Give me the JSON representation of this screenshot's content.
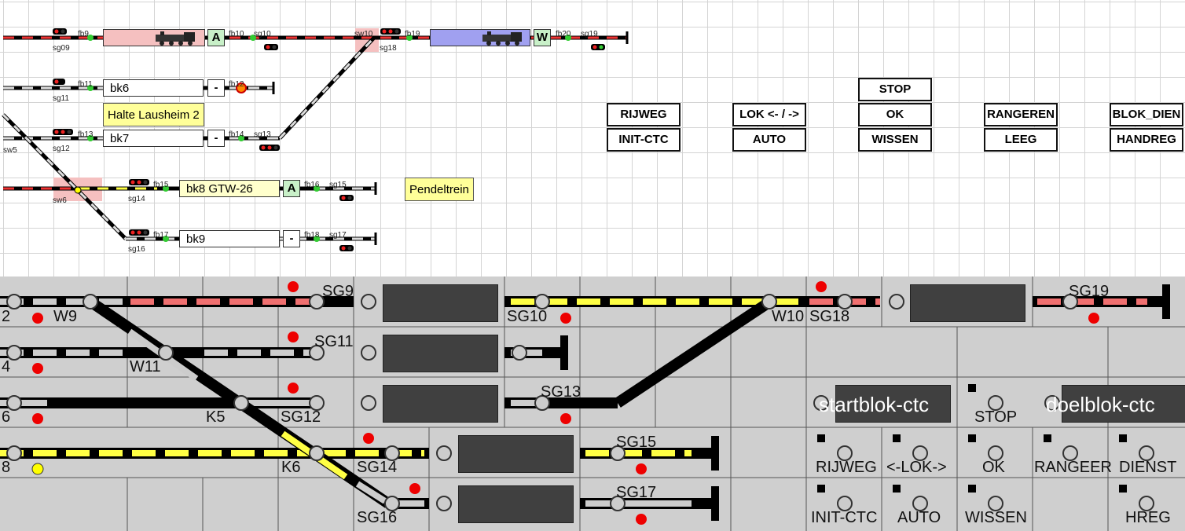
{
  "top": {
    "blocks": [
      {
        "id": "bk6",
        "text": "bk6",
        "indicator": "-"
      },
      {
        "id": "bk7",
        "text": "bk7",
        "indicator": "-"
      },
      {
        "id": "bk8",
        "text": "bk8 GTW-26",
        "indicator": "A"
      },
      {
        "id": "bk9",
        "text": "bk9",
        "indicator": "-"
      }
    ],
    "row1_indicators": [
      "A",
      "W"
    ],
    "labels": {
      "halte": "Halte Lausheim 2",
      "pendel": "Pendeltrein"
    },
    "small": {
      "fb9": "fb9",
      "sg09": "sg09",
      "fb10": "fb10",
      "sg10": "sg10",
      "sw10": "sw10",
      "fb19": "fb19",
      "sg18": "sg18",
      "fb20": "fb20",
      "sg19": "sg19",
      "fb11": "fb11",
      "sg11": "sg11",
      "fb12": "fb12",
      "fb13": "fb13",
      "sg12": "sg12",
      "fb14": "fb14",
      "sg13": "sg13",
      "sw5": "sw5",
      "fb15": "fb15",
      "sg14": "sg14",
      "fb16": "fb16",
      "sg15": "sg15",
      "sw6": "sw6",
      "fb17": "fb17",
      "sg16": "sg16",
      "fb18": "fb18",
      "sg17": "sg17"
    },
    "buttons": {
      "rijweg": "RIJWEG",
      "initctc": "INIT-CTC",
      "lok": "LOK <- / ->",
      "auto": "AUTO",
      "stop": "STOP",
      "ok": "OK",
      "wissen": "WISSEN",
      "rangeren": "RANGEREN",
      "leeg": "LEEG",
      "blokdien": "BLOK_DIEN",
      "handreg": "HANDREG"
    }
  },
  "panel": {
    "labels": {
      "n2": "2",
      "w9": "W9",
      "sg9": "SG9",
      "sg10": "SG10",
      "w10": "W10",
      "sg18": "SG18",
      "sg19": "SG19",
      "n4": "4",
      "w11": "W11",
      "sg11": "SG11",
      "n6": "6",
      "k5": "K5",
      "sg12": "SG12",
      "sg13": "SG13",
      "n8": "8",
      "k6": "K6",
      "sg14": "SG14",
      "sg15": "SG15",
      "sg16": "SG16",
      "sg17": "SG17"
    },
    "startblok": "startblok-ctc",
    "doelblok": "doelblok-ctc",
    "ctc_buttons": {
      "stop": "STOP",
      "rijweg": "RIJWEG",
      "lok": "<-LOK->",
      "ok": "OK",
      "rangeer": "RANGEER",
      "dienst": "DIENST",
      "initctc": "INIT-CTC",
      "auto": "AUTO",
      "wissen": "WISSEN",
      "hreg": "HREG"
    }
  },
  "colors": {
    "red_track": "#f07070",
    "yellow_track": "#ffff44",
    "panel_bg": "#cfcfcf",
    "loco_blue": "#a0a0f0",
    "loco_pink": "#f5c0c0"
  }
}
